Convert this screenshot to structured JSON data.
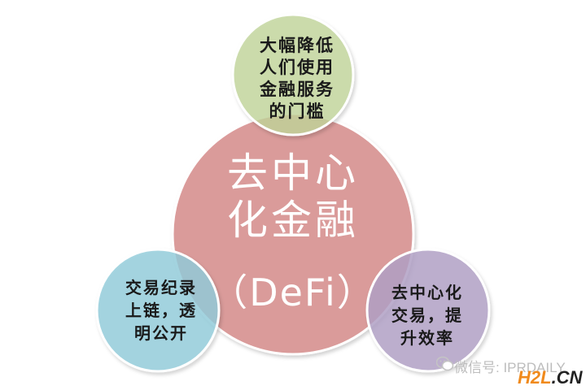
{
  "diagram": {
    "center": {
      "lines": [
        "去中心",
        "化金融"
      ],
      "abbr": "（DeFi）",
      "color": "#d99594"
    },
    "top": {
      "lines": [
        "大幅降低",
        "人们使用",
        "金融服务",
        "的门槛"
      ],
      "color": "#c2d69b"
    },
    "left": {
      "lines": [
        "交易纪录",
        "上链，透",
        "明公开"
      ],
      "color": "#92cddc"
    },
    "right": {
      "lines": [
        "去中心化",
        "交易，提",
        "升效率"
      ],
      "color": "#b2a1c7"
    }
  },
  "watermark": {
    "text": "微信号: IPRDAILY",
    "logo_main": "H2L",
    "logo_suffix": ".CN",
    "icon": "wechat-icon"
  }
}
